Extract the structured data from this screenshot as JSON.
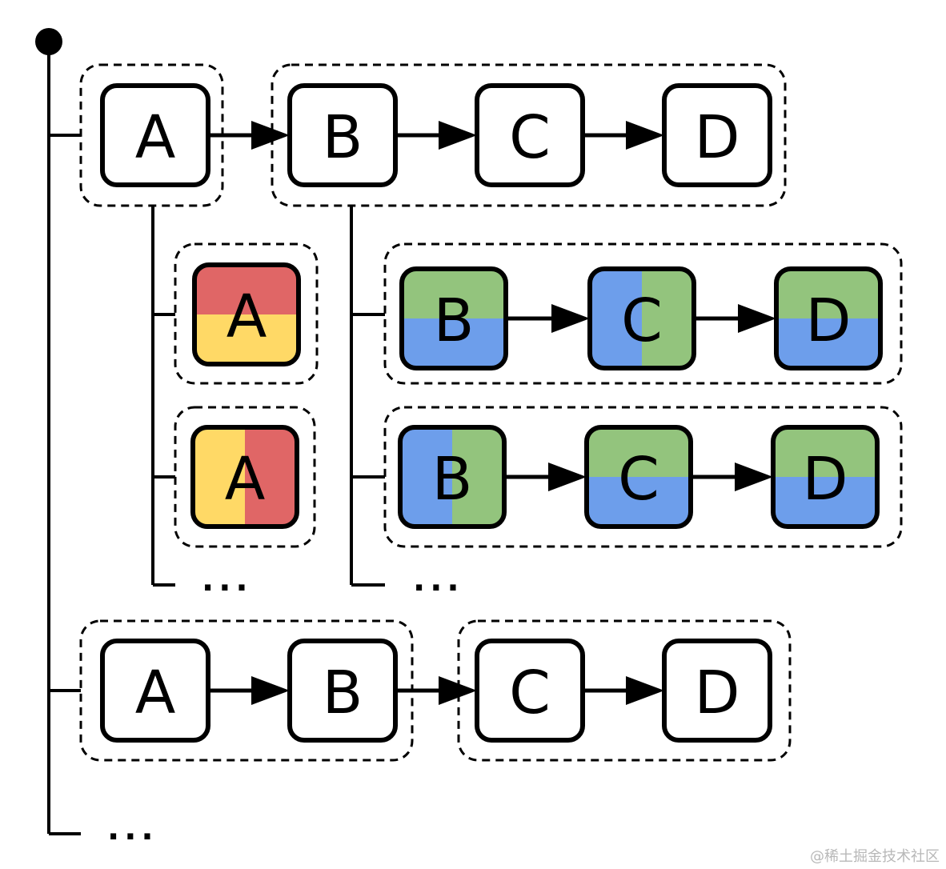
{
  "colors": {
    "red": "#e06666",
    "yellow": "#ffd966",
    "green": "#93c47d",
    "blue": "#6d9eeb",
    "white": "#ffffff",
    "stroke": "#000000"
  },
  "rows": {
    "top": {
      "group1": [
        "A"
      ],
      "group2": [
        "B",
        "C",
        "D"
      ]
    },
    "a_variants": [
      {
        "label": "A",
        "fill": "red-over-yellow"
      },
      {
        "label": "A",
        "fill": "yellow-left-red-right"
      }
    ],
    "bcd_variants": [
      {
        "nodes": [
          {
            "label": "B",
            "fill": "green-over-blue"
          },
          {
            "label": "C",
            "fill": "blue-left-green-right"
          },
          {
            "label": "D",
            "fill": "green-over-blue"
          }
        ]
      },
      {
        "nodes": [
          {
            "label": "B",
            "fill": "blue-left-green-right"
          },
          {
            "label": "C",
            "fill": "green-over-blue"
          },
          {
            "label": "D",
            "fill": "green-over-blue"
          }
        ]
      }
    ],
    "bottom": {
      "group1": [
        "A",
        "B"
      ],
      "group2": [
        "C",
        "D"
      ]
    }
  },
  "ellipsis": "...",
  "watermark": "@稀土掘金技术社区"
}
